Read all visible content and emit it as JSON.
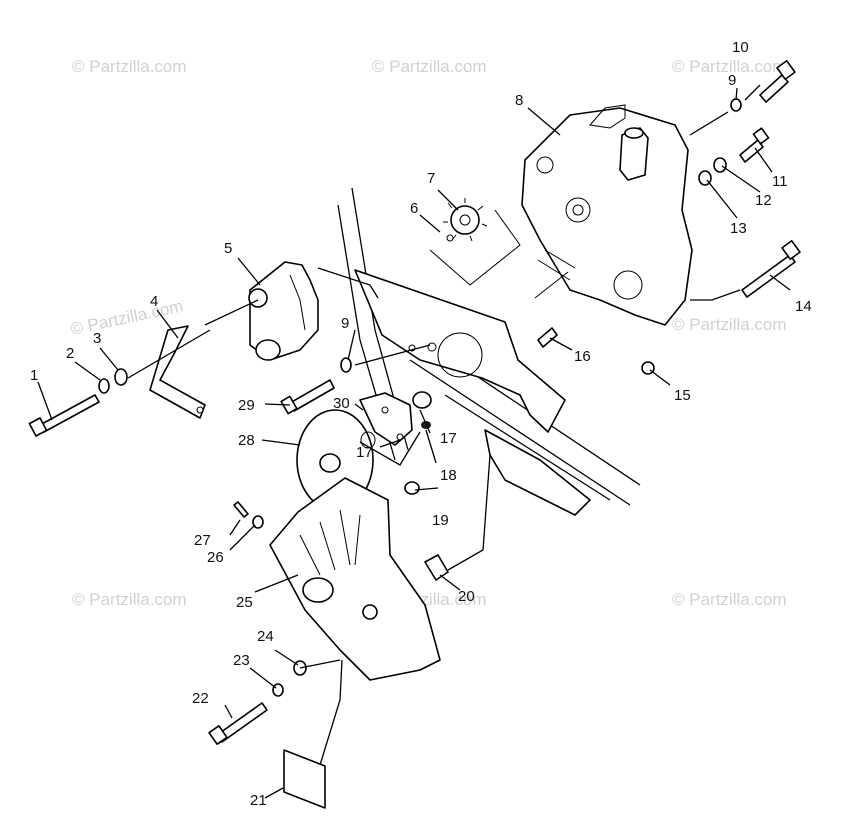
{
  "watermark": "© Partzilla.com",
  "callouts": [
    "1",
    "2",
    "3",
    "4",
    "5",
    "6",
    "7",
    "8",
    "9",
    "9",
    "10",
    "11",
    "12",
    "13",
    "14",
    "15",
    "16",
    "17",
    "17",
    "18",
    "19",
    "20",
    "21",
    "22",
    "23",
    "24",
    "25",
    "26",
    "27",
    "28",
    "29",
    "30"
  ]
}
